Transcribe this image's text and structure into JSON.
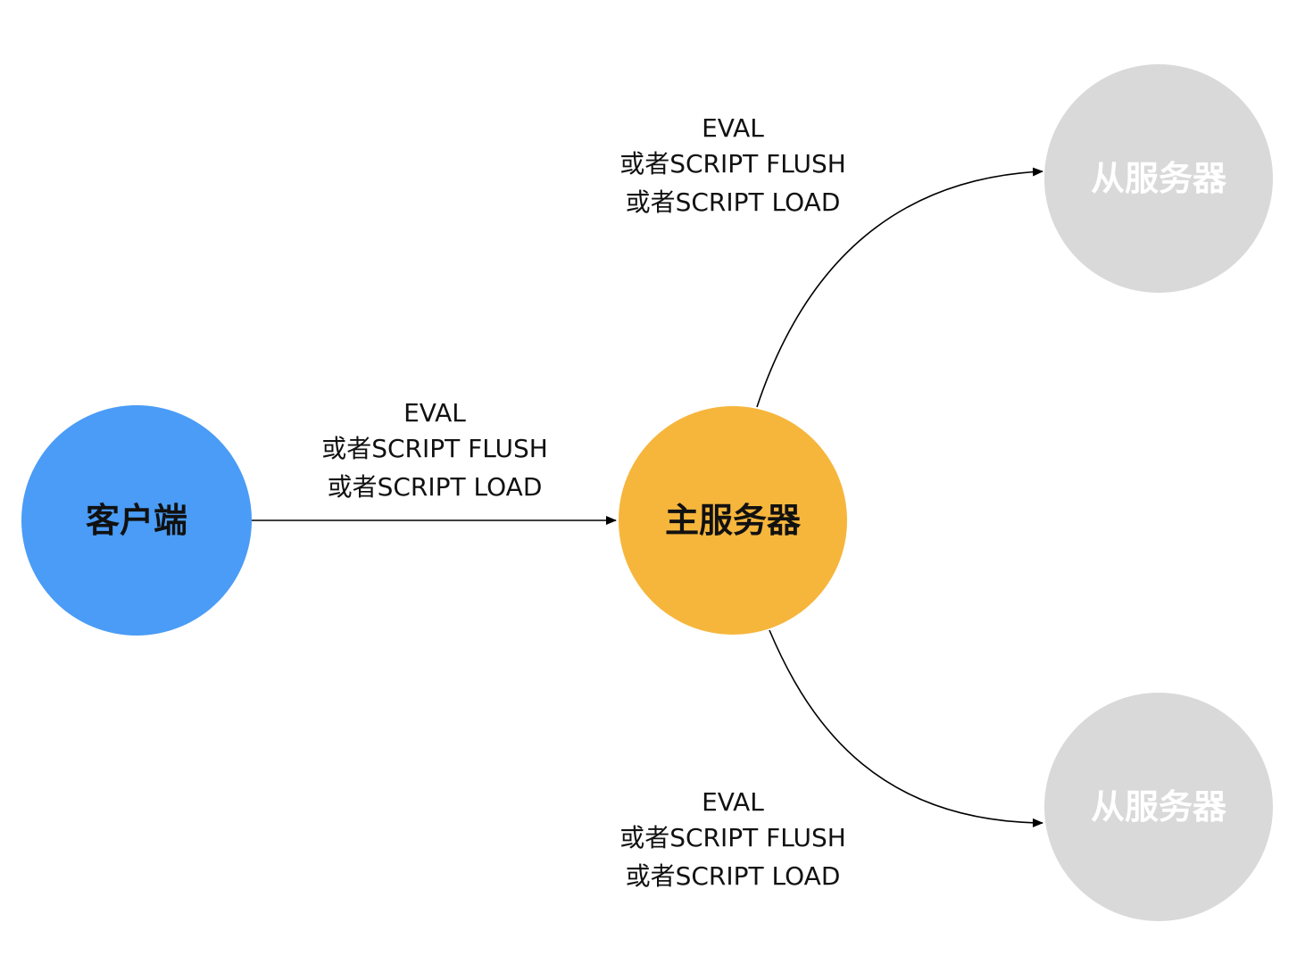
{
  "colors": {
    "client": "#4a9cf6",
    "master": "#f6b63c",
    "replica": "#d9d9d9",
    "dark_text": "#111111",
    "light_text": "#ffffff",
    "edge": "#000000"
  },
  "nodes": {
    "client": {
      "label": "客户端"
    },
    "master": {
      "label": "主服务器"
    },
    "replica_top": {
      "label": "从服务器"
    },
    "replica_bottom": {
      "label": "从服务器"
    }
  },
  "edges": {
    "client_to_master": {
      "line1": "EVAL",
      "line2": "或者SCRIPT FLUSH",
      "line3": "或者SCRIPT LOAD"
    },
    "master_to_replica_top": {
      "line1": "EVAL",
      "line2": "或者SCRIPT FLUSH",
      "line3": "或者SCRIPT LOAD"
    },
    "master_to_replica_bottom": {
      "line1": "EVAL",
      "line2": "或者SCRIPT FLUSH",
      "line3": "或者SCRIPT LOAD"
    }
  }
}
